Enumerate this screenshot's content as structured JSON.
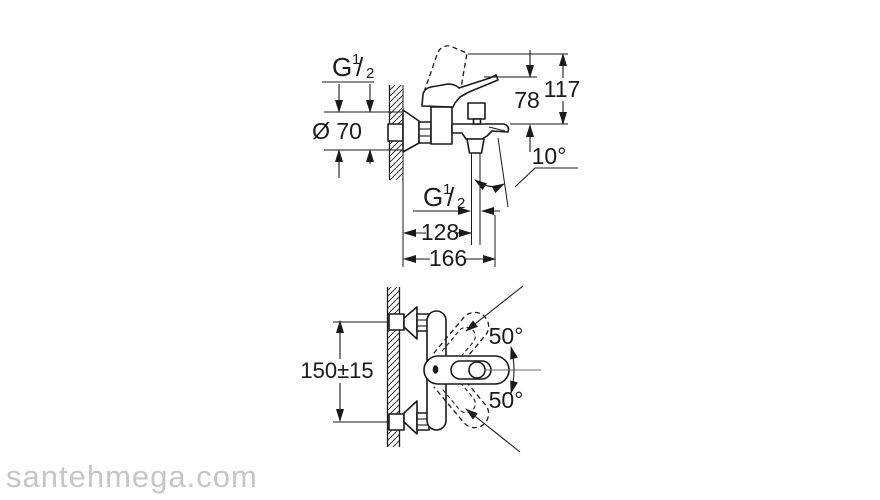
{
  "colors": {
    "background": "#ffffff",
    "line": "#1a1a1a",
    "watermark": "#c6c6c6"
  },
  "watermark": {
    "text": "santehmega.com"
  },
  "side_view": {
    "thread_top": {
      "main": "G",
      "sup": "1",
      "slash": "/",
      "sub": "2"
    },
    "diameter_label": "Ø 70",
    "spout_height": "78",
    "total_height": "117",
    "outlet_angle": "10°",
    "thread_outlet": {
      "main": "G",
      "sup": "1",
      "slash": "/",
      "sub": "2"
    },
    "depth_to_outlet": "128",
    "total_depth": "166"
  },
  "front_view": {
    "center_distance": "150±15",
    "handle_swing_up": "50°",
    "handle_swing_down": "50°"
  }
}
